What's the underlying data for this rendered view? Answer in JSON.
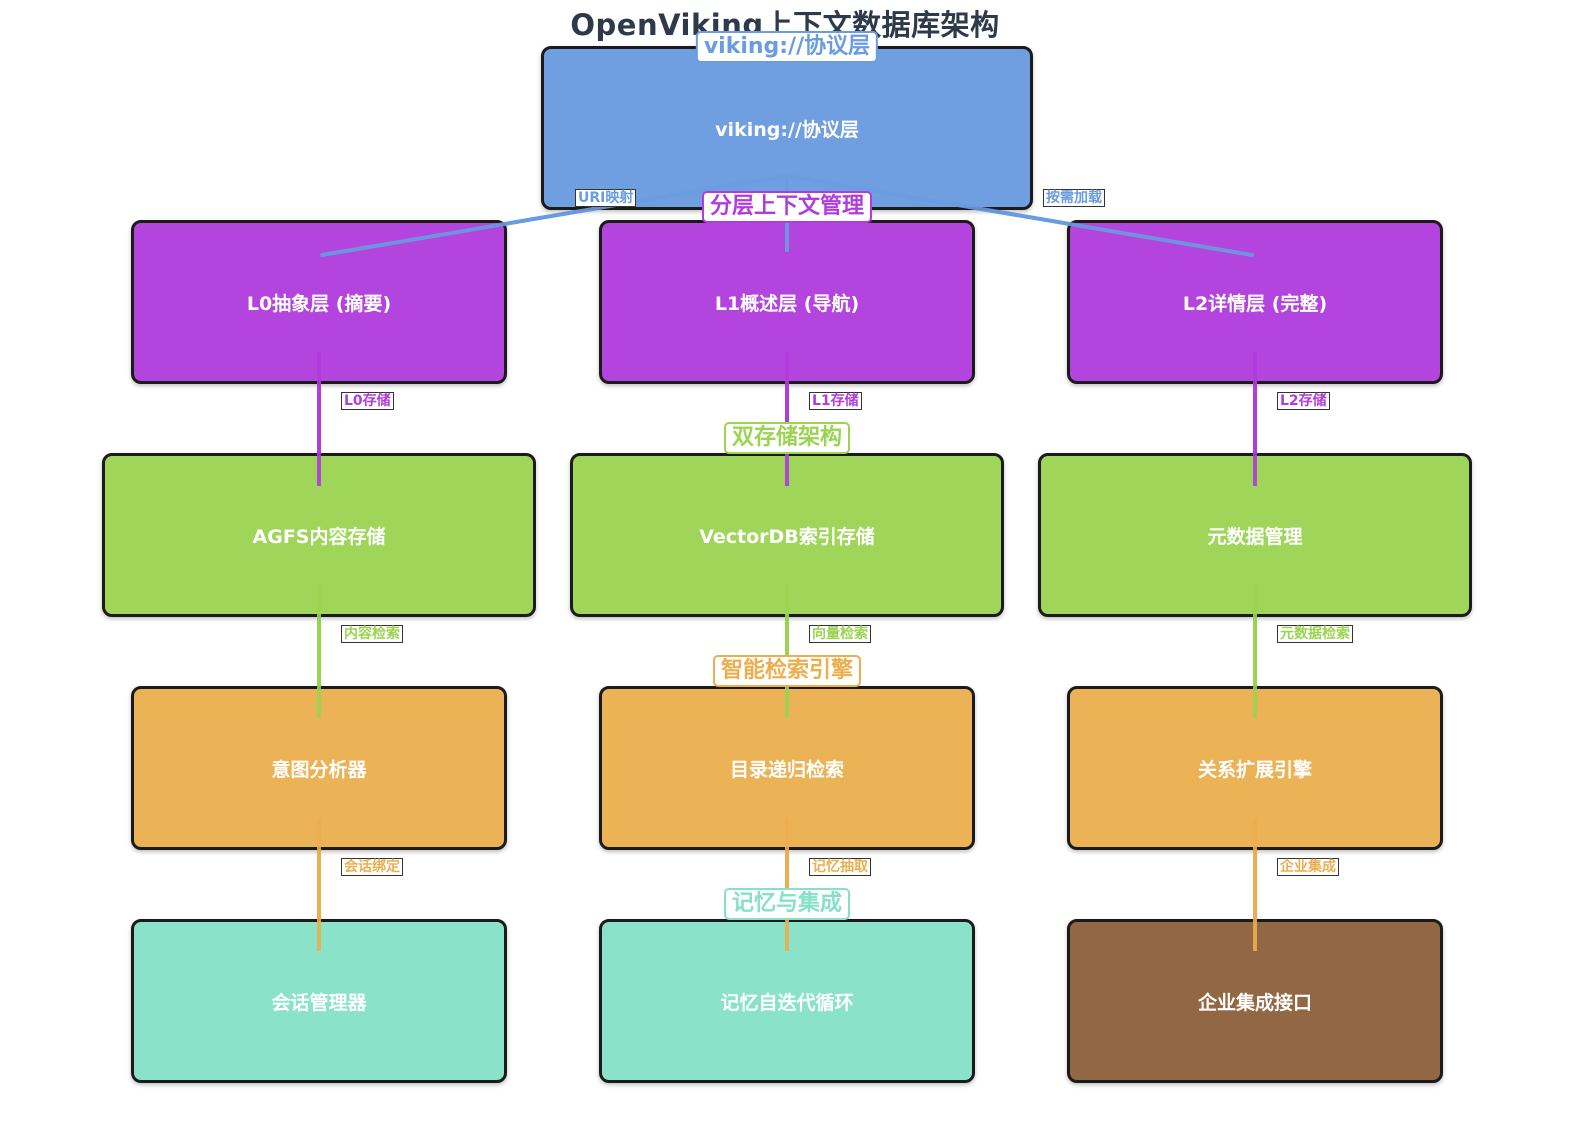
{
  "title": "OpenViking上下文数据库架构",
  "colors": {
    "protocol": "#6a9ce0",
    "context": "#b13cdd",
    "storage": "#9bd452",
    "retrieval": "#ebaf4f",
    "memory": "#86e1c6",
    "enterprise": "#916843",
    "border": "#1b1b1b"
  },
  "layers": {
    "protocol": "viking://协议层",
    "context": "分层上下文管理",
    "storage": "双存储架构",
    "retrieval": "智能检索引擎",
    "memory": "记忆与集成"
  },
  "nodes": {
    "protocol": "viking://协议层",
    "l0": "L0抽象层 (摘要)",
    "l1": "L1概述层 (导航)",
    "l2": "L2详情层 (完整)",
    "agfs": "AGFS内容存储",
    "vectordb": "VectorDB索引存储",
    "metadata": "元数据管理",
    "intent": "意图分析器",
    "recursive": "目录递归检索",
    "relation": "关系扩展引擎",
    "session": "会话管理器",
    "memory_loop": "记忆自迭代循环",
    "enterprise": "企业集成接口"
  },
  "edges": {
    "uri_map": "URI映射",
    "on_demand": "按需加载",
    "l0_store": "L0存储",
    "l1_store": "L1存储",
    "l2_store": "L2存储",
    "content_search": "内容检索",
    "vector_search": "向量检索",
    "meta_search": "元数据检索",
    "session_bind": "会话绑定",
    "memory_extract": "记忆抽取",
    "enterprise_integ": "企业集成"
  }
}
